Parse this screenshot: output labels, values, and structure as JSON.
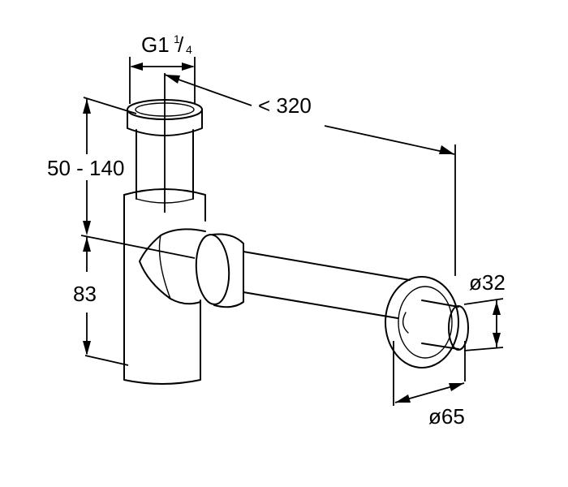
{
  "dimensions": {
    "thread": {
      "main": "G1",
      "frac_num": "1",
      "frac_slash": "/",
      "frac_den": "4"
    },
    "length": "< 320",
    "height_adjust": "50 - 140",
    "height_lower": "83",
    "pipe_diameter": "ø32",
    "rosette_diameter": "ø65"
  }
}
